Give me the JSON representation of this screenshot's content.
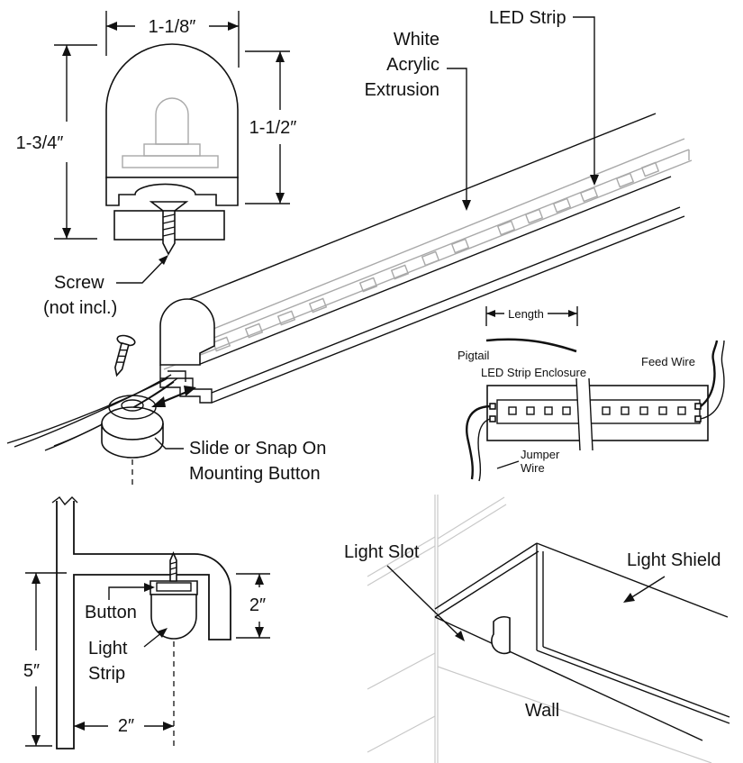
{
  "labels": {
    "width_top": "1-1/8″",
    "height_outer": "1-3/4″",
    "height_inner": "1-1/2″",
    "white_acrylic_1": "White",
    "white_acrylic_2": "Acrylic",
    "white_acrylic_3": "Extrusion",
    "led_strip": "LED Strip",
    "screw_1": "Screw",
    "screw_2": "(not incl.)",
    "slide_1": "Slide or Snap On",
    "slide_2": "Mounting Button",
    "length": "Length",
    "pigtail": "Pigtail",
    "enclosure": "LED Strip Enclosure",
    "feed_wire": "Feed Wire",
    "jumper_1": "Jumper",
    "jumper_2": "Wire",
    "button": "Button",
    "light_1": "Light",
    "light_2": "Strip",
    "dim_2a": "2″",
    "dim_5": "5″",
    "dim_2b": "2″",
    "light_slot": "Light Slot",
    "light_shield": "Light Shield",
    "wall": "Wall"
  },
  "colors": {
    "line": "#111111",
    "led_grey": "#a9a9a9",
    "wall_grey": "#c8c8c8"
  }
}
